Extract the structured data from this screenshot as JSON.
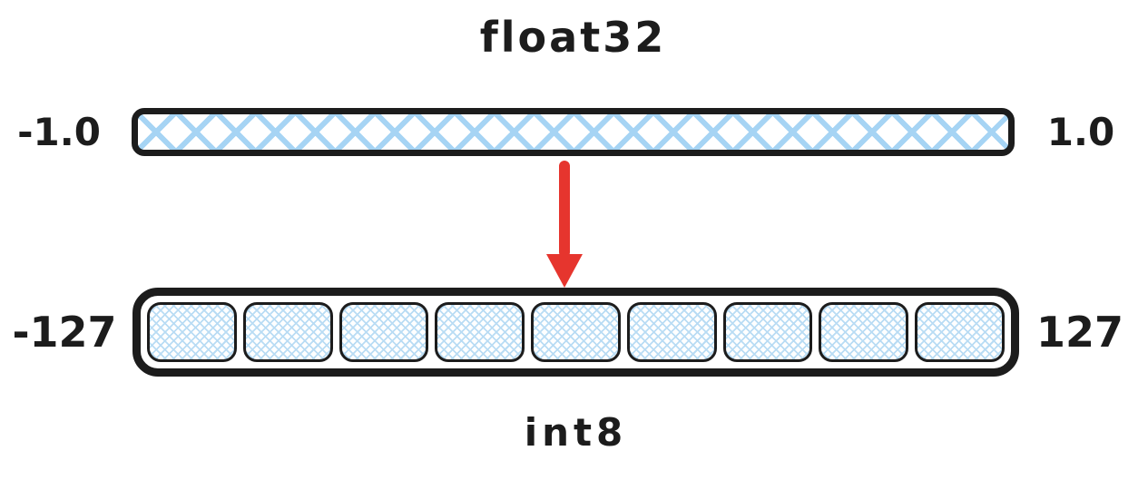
{
  "float32_bar": {
    "title": "float32",
    "min_label": "-1.0",
    "max_label": "1.0",
    "pattern": "large-crosshatch"
  },
  "int8_bar": {
    "title": "int8",
    "min_label": "-127",
    "max_label": "127",
    "cell_count": 9,
    "pattern": "fine-crosshatch"
  },
  "arrow": {
    "direction": "down"
  },
  "colors": {
    "stroke": "#1c1c1c",
    "hatch_blue": "#a6d4f4",
    "cell_hatch_blue": "#b9dcf4",
    "arrow_red": "#e6352e",
    "background": "#ffffff"
  }
}
